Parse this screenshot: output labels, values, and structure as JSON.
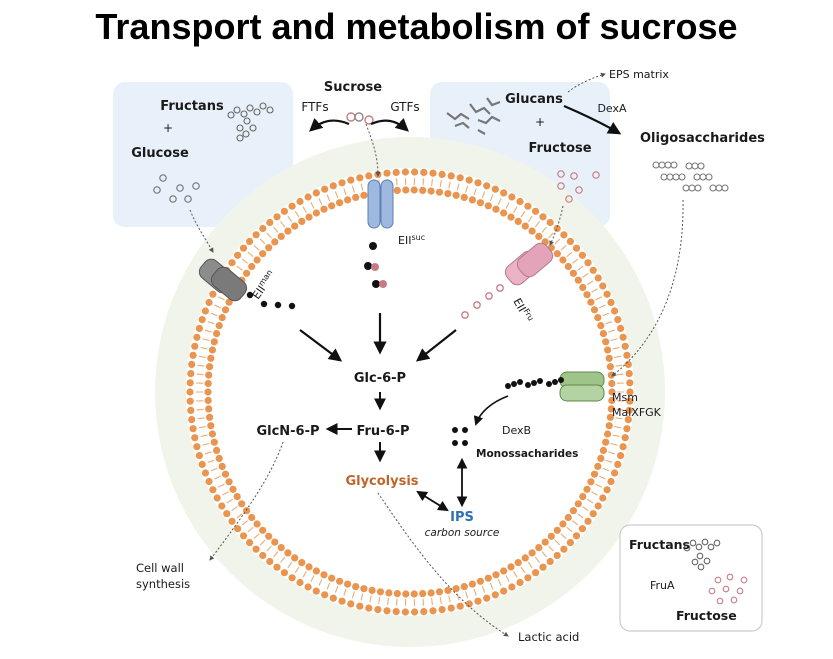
{
  "title": "Transport and metabolism of sucrose",
  "colors": {
    "membrane": "#e9944f",
    "outer_ring": "#f1f4ea",
    "box_fill": "#e8f1fa",
    "glycolysis": "#c0652a",
    "ips": "#2f6fb3",
    "eii_man": "#8c8c8c",
    "eii_suc": "#9fb8e0",
    "eii_fru": "#eab3c6",
    "msm": "#9fc48a",
    "sugar_red": "#c97b84"
  },
  "labels": {
    "sucrose": "Sucrose",
    "ftfs": "FTFs",
    "gtfs": "GTFs",
    "fructans": "Fructans",
    "plus": "+",
    "glucose": "Glucose",
    "glucans": "Glucans",
    "fructose": "Fructose",
    "eps_matrix": "EPS matrix",
    "dexa": "DexA",
    "oligosaccharides": "Oligosaccharides",
    "eii": "EII",
    "suc": "suc",
    "man": "man",
    "fru": "Fru",
    "glc6p": "Glc-6-P",
    "fru6p": "Fru-6-P",
    "glcn6p": "GlcN-6-P",
    "glycolysis": "Glycolysis",
    "ips": "IPS",
    "carbon_source": "carbon source",
    "msm": "Msm",
    "malxfgk": "MalXFGK",
    "dexb": "DexB",
    "monossacharides": "Monossacharides",
    "cell_wall_1": "Cell wall",
    "cell_wall_2": "synthesis",
    "lactic_acid": "Lactic acid",
    "inset_fructans": "Fructans",
    "inset_frua": "FruA",
    "inset_fructose": "Fructose"
  }
}
